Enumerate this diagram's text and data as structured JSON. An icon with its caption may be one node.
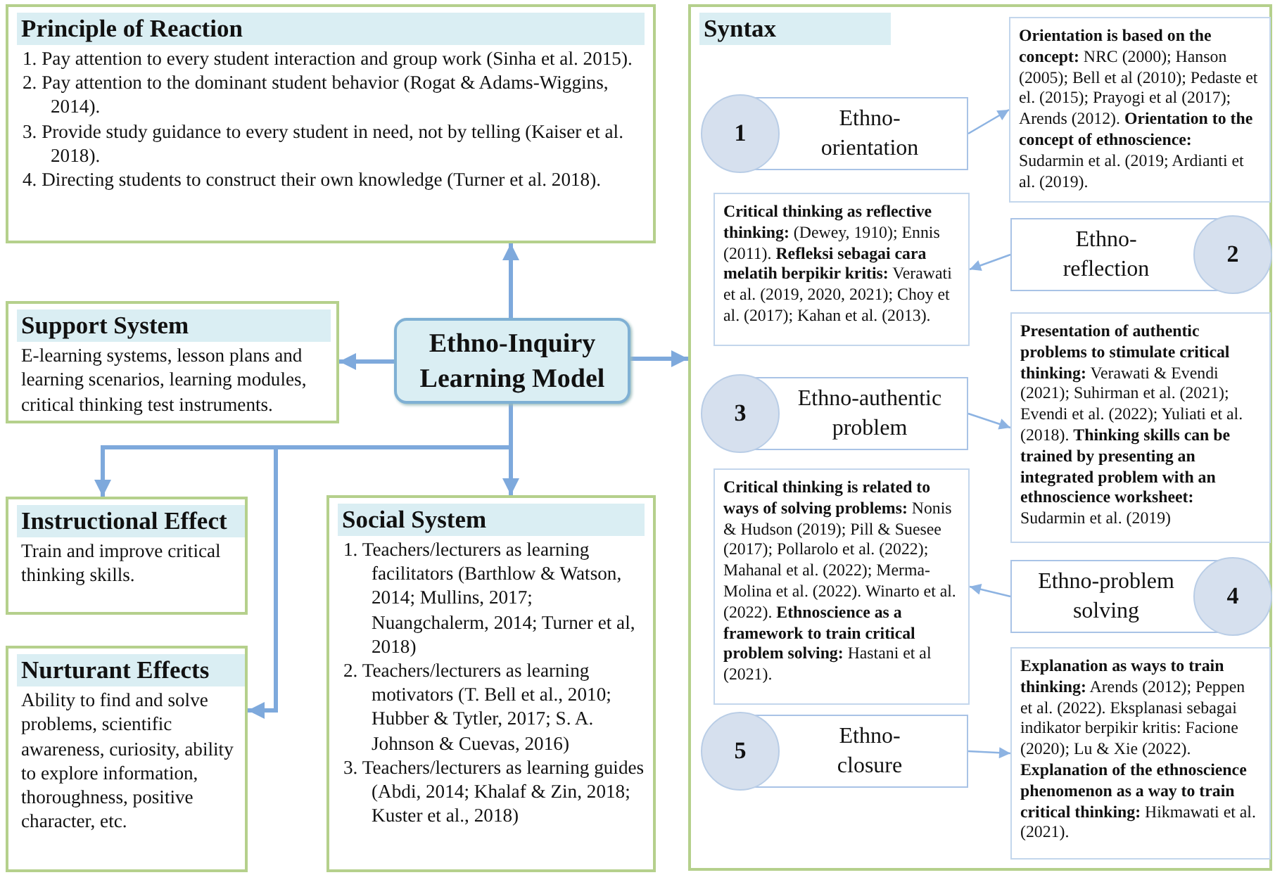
{
  "diagram": {
    "nodes": [
      {
        "text": [
          "Principle of Reaction",
          "1. Pay attention to every student interaction and group work (Sinha et al. 2015).",
          "2. Pay attention to the dominant student behavior (Rogat & Adams-Wiggins, 2014).",
          "3. Provide study guidance to every student in need, not by telling (Kaiser et al. 2018).",
          "4. Directing students to construct their own knowledge (Turner et al. 2018)."
        ]
      },
      {
        "text": [
          "Support System",
          "E-learning systems, lesson plans and learning scenarios, learning modules, critical thinking test instruments."
        ]
      },
      {
        "text": [
          "Ethno-Inquiry Learning Model"
        ]
      },
      {
        "text": [
          "Syntax"
        ]
      },
      {
        "text": [
          "**Orientation is based on the concept:** NRC (2000); Hanson (2005); Bell et al (2010); Pedaste et el. (2015); Prayogi et al (2017); Arends (2012). **Orientation to the concept of ethnoscience:** Sudarmin et al. (2019; Ardianti et al. (2019)."
        ],
        "in": 3
      },
      {
        "text": [
          "1",
          "Ethno-orientation"
        ],
        "in": 3
      },
      {
        "text": [
          "**Critical thinking as reflective thinking:** (Dewey, 1910); Ennis (2011). **Refleksi sebagai cara melatih berpikir kritis:** Verawati et al. (2019, 2020, 2021); Choy et al. (2017); Kahan et al. (2013)."
        ],
        "in": 3
      },
      {
        "text": [
          "Ethno-reflection",
          "2"
        ],
        "in": 3
      },
      {
        "text": [
          "3",
          "Ethno-authentic problem"
        ],
        "in": 3
      },
      {
        "text": [
          "**Presentation of authentic problems to stimulate critical thinking:** Verawati & Evendi (2021); Suhirman et al. (2021); Evendi et al. (2022); Yuliati et al. (2018). **Thinking skills can be trained by presenting an integrated problem with an ethnoscience worksheet:** Sudarmin et al. (2019)"
        ],
        "in": 3
      },
      {
        "text": [
          "**Critical thinking is related to ways of solving problems:** Nonis & Hudson (2019); Pill & Suesee (2017); Pollarolo et al. (2022); Mahanal et al. (2022); Merma-Molina et al. (2022). Winarto et al. (2022). **Ethnoscience as a framework to train critical problem solving:** Hastani et al (2021)."
        ],
        "in": 3
      },
      {
        "text": [
          "Ethno-problem solving",
          "4"
        ],
        "in": 3
      },
      {
        "text": [
          "5",
          "Ethno-closure"
        ],
        "in": 3
      },
      {
        "text": [
          "**Explanation as ways to train thinking:** Arends (2012); Peppen et al. (2022). Eksplanasi sebagai indikator berpikir kritis: Facione (2020); Lu & Xie (2022). **Explanation of the ethnoscience phenomenon as a way to train critical thinking:** Hikmawati et al. (2021)."
        ],
        "in": 3
      },
      {
        "text": [
          "Instructional Effect",
          "Train and improve critical thinking skills."
        ]
      },
      {
        "text": [
          "Social System",
          "1. Teachers/lecturers as learning facilitators (Barthlow & Watson, 2014; Mullins, 2017; Nuangchalerm, 2014; Turner et al, 2018)",
          "2. Teachers/lecturers as learning motivators (T. Bell et al., 2010; Hubber & Tytler, 2017; S. A. Johnson & Cuevas, 2016)",
          "3. Teachers/lecturers as learning guides (Abdi, 2014; Khalaf & Zin, 2018; Kuster et al., 2018)"
        ]
      },
      {
        "text": [
          "Nurturant Effects",
          "Ability to find and solve problems, scientific awareness, curiosity, ability to explore information, thoroughness, positive character, etc."
        ]
      }
    ],
    "edges": [
      {
        "from": 2,
        "to": 0,
        "arrow": "to"
      },
      {
        "from": 2,
        "to": 1,
        "arrow": "to"
      },
      {
        "from": 2,
        "to": 3,
        "arrow": "to"
      },
      {
        "from": 2,
        "to": 14,
        "arrow": "to"
      },
      {
        "from": 2,
        "to": 16,
        "arrow": "to"
      },
      {
        "from": 2,
        "to": 15,
        "arrow": "to"
      },
      {
        "from": 5,
        "to": 4,
        "arrow": "to"
      },
      {
        "from": 7,
        "to": 6,
        "arrow": "to"
      },
      {
        "from": 8,
        "to": 9,
        "arrow": "to"
      },
      {
        "from": 11,
        "to": 10,
        "arrow": "to"
      },
      {
        "from": 12,
        "to": 13,
        "arrow": "to"
      }
    ]
  }
}
